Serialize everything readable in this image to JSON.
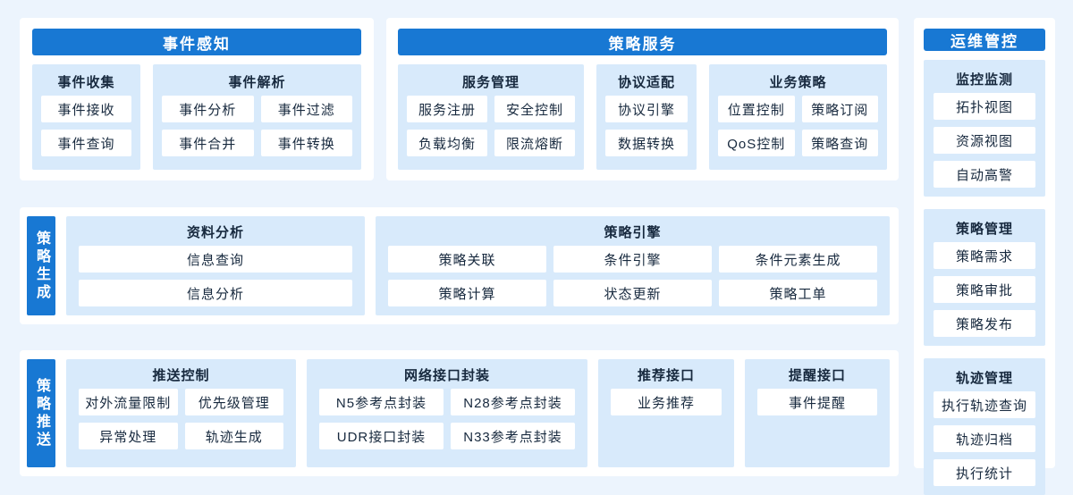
{
  "colors": {
    "accent_blue": "#1878d3",
    "group_bg": "#d8eafb",
    "panel_bg": "#ffffff",
    "page_bg": "#ecf4fd",
    "text": "#17293e"
  },
  "event_perception": {
    "title": "事件感知",
    "groups": [
      {
        "title": "事件收集",
        "items": [
          "事件接收",
          "事件查询"
        ]
      },
      {
        "title": "事件解析",
        "items": [
          "事件分析",
          "事件过滤",
          "事件合并",
          "事件转换"
        ]
      }
    ]
  },
  "policy_service": {
    "title": "策略服务",
    "groups": [
      {
        "title": "服务管理",
        "items": [
          "服务注册",
          "安全控制",
          "负载均衡",
          "限流熔断"
        ]
      },
      {
        "title": "协议适配",
        "items": [
          "协议引擎",
          "数据转换"
        ]
      },
      {
        "title": "业务策略",
        "items": [
          "位置控制",
          "策略订阅",
          "QoS控制",
          "策略查询"
        ]
      }
    ]
  },
  "ops_control": {
    "title": "运维管控",
    "groups": [
      {
        "title": "监控监测",
        "items": [
          "拓扑视图",
          "资源视图",
          "自动高警"
        ]
      },
      {
        "title": "策略管理",
        "items": [
          "策略需求",
          "策略审批",
          "策略发布"
        ]
      },
      {
        "title": "轨迹管理",
        "items": [
          "执行轨迹查询",
          "轨迹归档",
          "执行统计"
        ]
      }
    ]
  },
  "policy_generation": {
    "label": "策略生成",
    "groups": [
      {
        "title": "资料分析",
        "items": [
          "信息查询",
          "信息分析"
        ]
      },
      {
        "title": "策略引擎",
        "items": [
          "策略关联",
          "条件引擎",
          "条件元素生成",
          "策略计算",
          "状态更新",
          "策略工单"
        ]
      }
    ]
  },
  "policy_push": {
    "label": "策略推送",
    "groups": [
      {
        "title": "推送控制",
        "items": [
          "对外流量限制",
          "优先级管理",
          "异常处理",
          "轨迹生成"
        ]
      },
      {
        "title": "网络接口封装",
        "items": [
          "N5参考点封装",
          "N28参考点封装",
          "UDR接口封装",
          "N33参考点封装"
        ]
      },
      {
        "title": "推荐接口",
        "items": [
          "业务推荐"
        ]
      },
      {
        "title": "提醒接口",
        "items": [
          "事件提醒"
        ]
      }
    ]
  }
}
